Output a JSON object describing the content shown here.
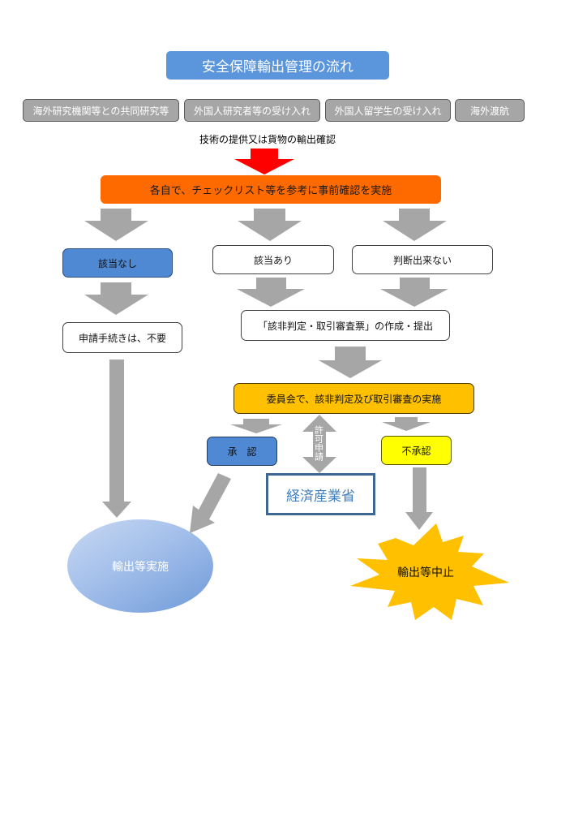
{
  "title": "安全保障輸出管理の流れ",
  "categories": [
    {
      "label": "海外研究機関等との共同研究等"
    },
    {
      "label": "外国人研究者等の受け入れ"
    },
    {
      "label": "外国人留学生の受け入れ"
    },
    {
      "label": "海外渡航"
    }
  ],
  "subtitle": "技術の提供又は貨物の輸出確認",
  "precheck": "各自で、チェックリスト等を参考に事前確認を実施",
  "results": {
    "not_applicable": "該当なし",
    "applicable": "該当あり",
    "undeterminable": "判断出来ない"
  },
  "no_application": "申請手続きは、不要",
  "form_submission": "「該非判定・取引審査票」の作成・提出",
  "committee": "委員会で、該非判定及び取引審査の実施",
  "approve": "承　認",
  "reject": "不承認",
  "permit_application": "許可申請",
  "meti": "経済産業省",
  "export_ok": "輸出等実施",
  "export_stop": "輸出等中止",
  "colors": {
    "title_blue": "#5b95dc",
    "category_gray": "#a6a6a6",
    "precheck_orange": "#ff6a00",
    "committee_gold": "#ffc000",
    "approve_blue": "#4f88d3",
    "reject_yellow": "#ffff00",
    "arrow_gray": "#a6a6a6",
    "start_arrow_red": "#ff0000",
    "meti_border": "#3d6693",
    "stop_star": "#ffc000"
  }
}
